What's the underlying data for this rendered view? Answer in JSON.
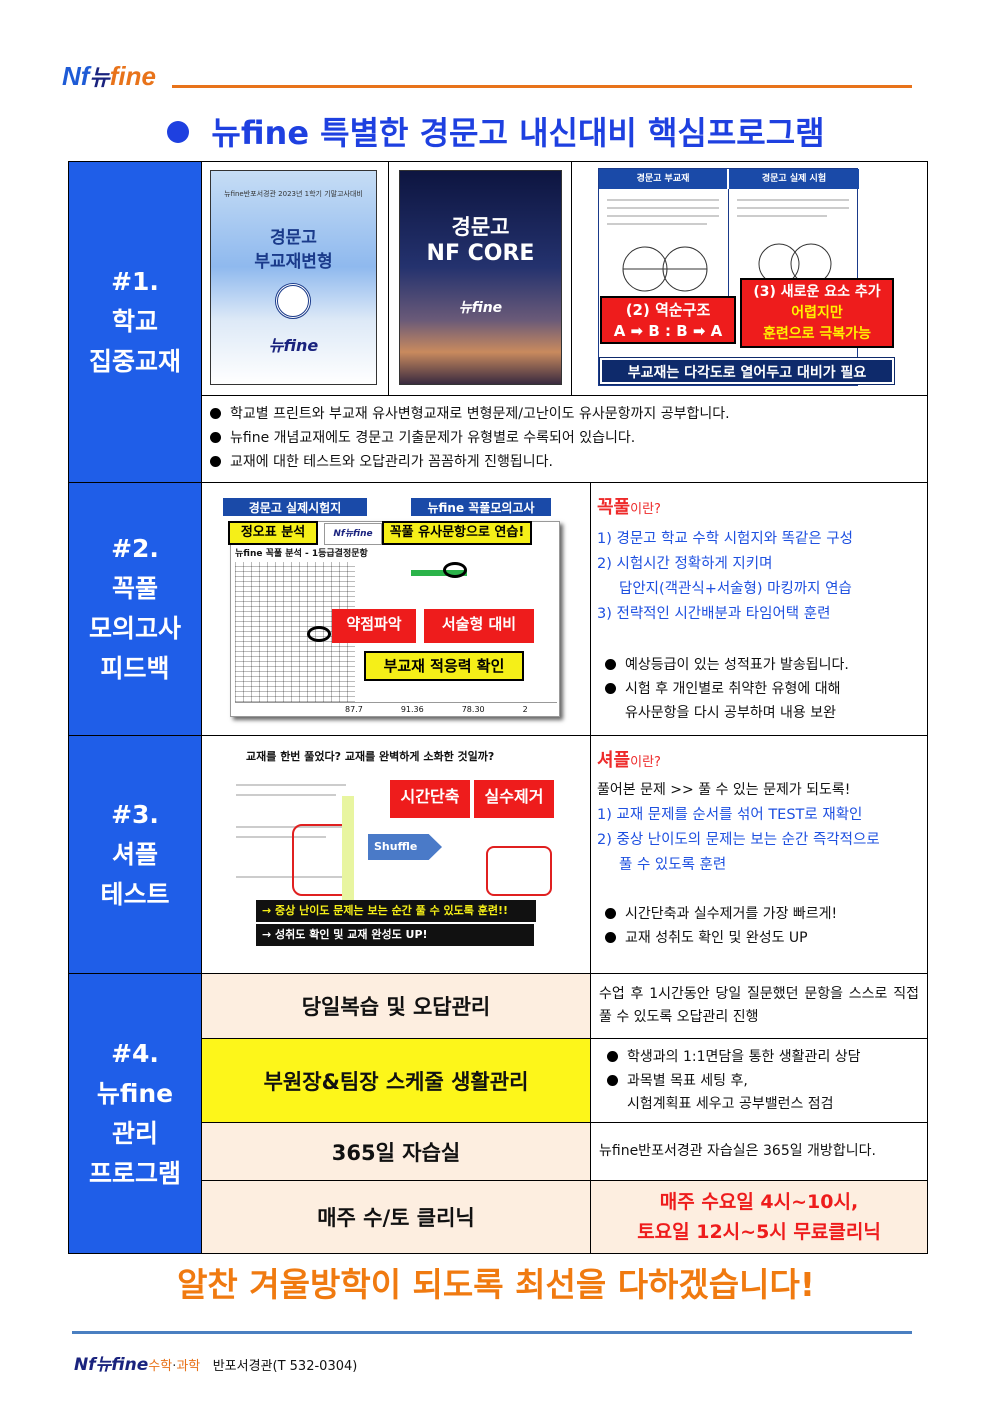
{
  "header": {
    "logo_nf": "Nf",
    "logo_text_ko": "뉴",
    "logo_text_en": "fine"
  },
  "title": "뉴fine 특별한 경문고 내신대비 핵심프로그램",
  "sections": [
    {
      "side": [
        "#1.",
        "학교",
        "집중교재"
      ],
      "book1": {
        "top": "뉴fine반포서경관 2023년 1학기 기말고사대비",
        "title_l1": "경문고",
        "title_l2": "부교재변형",
        "logo": "뉴fine"
      },
      "book2": {
        "title_l1": "경문고",
        "title_l2": "NF CORE",
        "logo": "뉴fine"
      },
      "panel": {
        "tab1": "경문고 부교재",
        "tab2": "경문고 실제 시험",
        "box2_l1": "(2) 역순구조",
        "box2_l2": "A ➡ B : B ➡ A",
        "box3_l1": "(3) 새로운 요소 추가",
        "box3_l2": "어렵지만",
        "box3_l3": "훈련으로 극복가능",
        "bottom": "부교재는 다각도로 열어두고 대비가 필요"
      },
      "bullets": [
        "학교별 프린트와 부교재 유사변형교재로 변형문제/고난이도 유사문항까지 공부합니다.",
        "뉴fine 개념교재에도 경문고 기출문제가 유형별로 수록되어 있습니다.",
        "교재에 대한 테스트와 오답관리가 꼼꼼하게 진행됩니다."
      ]
    },
    {
      "side": [
        "#2.",
        "꼭풀",
        "모의고사",
        "피드백"
      ],
      "img": {
        "tag1": "경문고 실제시험지",
        "tag2": "뉴fine 꼭풀모의고사",
        "label_a": "정오표 분석",
        "label_b": "꼭풀 유사문항으로 연습!",
        "doc_title": "뉴fine  꼭풀 분석 - 1등급결정문항",
        "label_c": "약점파악",
        "label_d": "서술형 대비",
        "label_e": "부교재 적응력 확인",
        "nums": [
          "87.7",
          "91.36",
          "78.30",
          "2"
        ]
      },
      "head": "꼭풀",
      "head_suffix": "이란?",
      "numbered": [
        "1) 경문고 학교 수학 시험지와 똑같은 구성",
        "2) 시험시간 정확하게 지키며",
        "답안지(객관식+서술형) 마킹까지 연습",
        "3) 전략적인 시간배분과 타임어택 훈련"
      ],
      "bullets": [
        "예상등급이 있는 성적표가 발송됩니다.",
        "시험 후 개인별로 취약한 유형에 대해",
        "유사문항을 다시 공부하며 내용 보완"
      ]
    },
    {
      "side": [
        "#3.",
        "셔플",
        "테스트"
      ],
      "img": {
        "caption": "교재를 한번 풀었다?  교재를 완벽하게 소화한 것일까?",
        "label_a": "시간단축",
        "label_b": "실수제거",
        "shuffle": "Shuffle",
        "line1": "→ 중상 난이도 문제는 보는 순간 풀 수 있도록 훈련!!",
        "line2": "→ 성취도 확인 및 교재 완성도 UP!"
      },
      "head": "셔플",
      "head_suffix": "이란?",
      "intro": "풀어본 문제 >> 풀 수 있는 문제가  되도록!",
      "numbered": [
        "1) 교재 문제를 순서를 섞어 TEST로 재확인",
        "2) 중상 난이도의 문제는 보는 순간 즉각적으로",
        "풀 수 있도록 훈련"
      ],
      "bullets": [
        "시간단축과 실수제거를 가장 빠르게!",
        "교재 성취도 확인 및 완성도 UP"
      ]
    },
    {
      "side": [
        "#4.",
        "뉴fine",
        "관리",
        "프로그램"
      ],
      "rows": [
        {
          "label": "당일복습 및 오답관리",
          "desc": "수업 후 1시간동안 당일 질문했던 문항을 스스로 직접 풀 수 있도록 오답관리 진행"
        },
        {
          "label": "부원장&팀장 스케줄 생활관리",
          "b1": "학생과의 1:1면담을 통한 생활관리 상담",
          "b2": "과목별 목표 세팅 후,",
          "b3": "시험계획표 세우고 공부밸런스 점검"
        },
        {
          "label": "365일 자습실",
          "desc": "뉴fine반포서경관 자습실은 365일 개방합니다."
        },
        {
          "label": "매주 수/토 클리닉",
          "desc1": "매주 수요일 4시~10시,",
          "desc2": "토요일 12시~5시 무료클리닉"
        }
      ]
    }
  ],
  "closing": "알찬 겨울방학이 되도록 최선을 다하겠습니다!",
  "footer": {
    "logo": "Nf뉴fine",
    "subject1": "수학",
    "dot": "·",
    "subject2": "과학",
    "branch": "반포서경관(T 532-0304)"
  },
  "colors": {
    "blue": "#1f5ee8",
    "orange": "#e8731a",
    "red": "#ee1c1c",
    "navy": "#0e2a6b",
    "yellow": "#fdf61a",
    "peach": "#fdeee0"
  }
}
